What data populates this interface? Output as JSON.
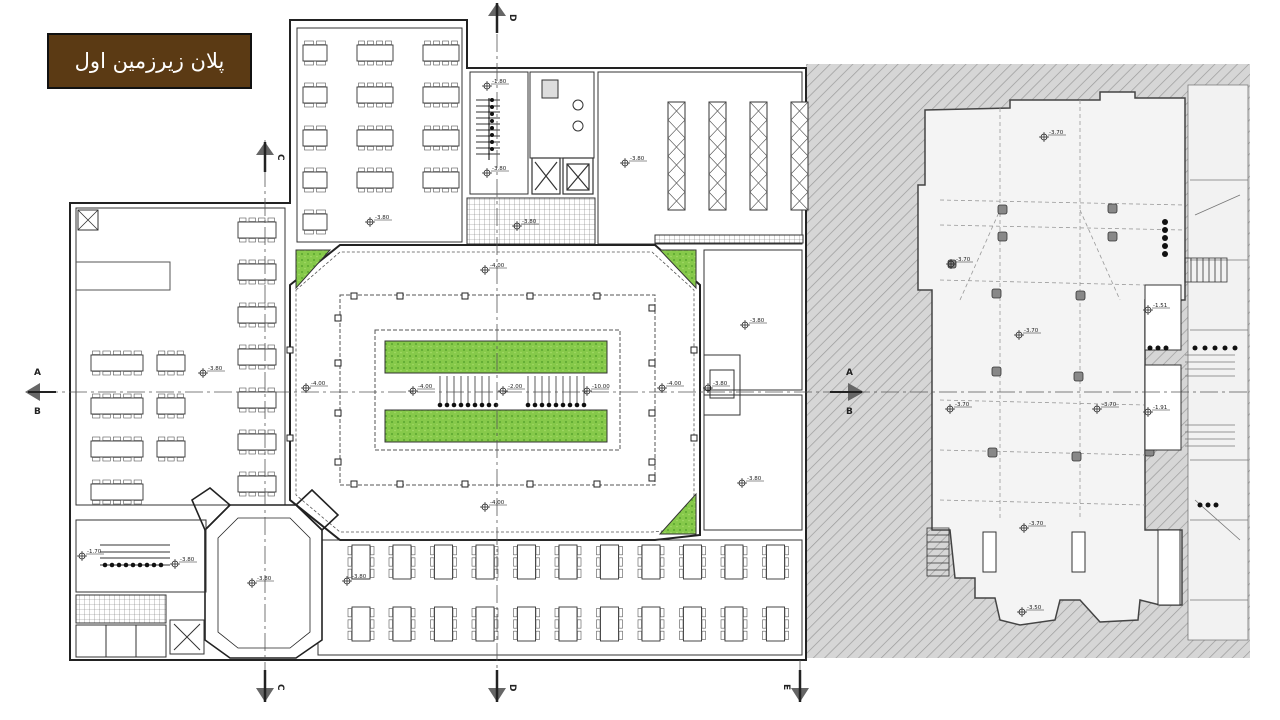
{
  "title": "پلان زیرزمین اول",
  "section_markers": {
    "a": "A",
    "b": "B",
    "c": "C",
    "d": "D",
    "e": "E"
  },
  "levels": {
    "courtyard_top": "-4.00",
    "courtyard_bottom": "-4.00",
    "courtyard_left": "-4.00",
    "courtyard_right": "-4.00",
    "inner_left": "-4.00",
    "inner_mid": "-2.00",
    "inner_right": "-10.00",
    "dining_left": "-3.80",
    "upper_dining": "-3.80",
    "storage": "-3.80",
    "stair_top": "-1.80",
    "stair_mid": "-3.80",
    "lobby": "-3.80",
    "right_room_top": "-3.80",
    "right_room_bottom": "-3.80",
    "connector": "-3.80",
    "octagon": "-3.80",
    "lower_dining": "-3.80",
    "small_left_stair": "-1.70",
    "small_left": "-3.80",
    "ruin_1": "-3.70",
    "ruin_2": "-3.70",
    "ruin_3": "-3.70",
    "ruin_4": "-3.70",
    "ruin_5": "-3.70",
    "ruin_6": "-3.70",
    "ruin_7": "-3.50",
    "ruin_8": "-1.51",
    "ruin_9": "-1.91"
  },
  "colors": {
    "title_bg": "#5b3a14",
    "garden": "#7cc242",
    "line": "#222222",
    "hatch": "#999999"
  }
}
